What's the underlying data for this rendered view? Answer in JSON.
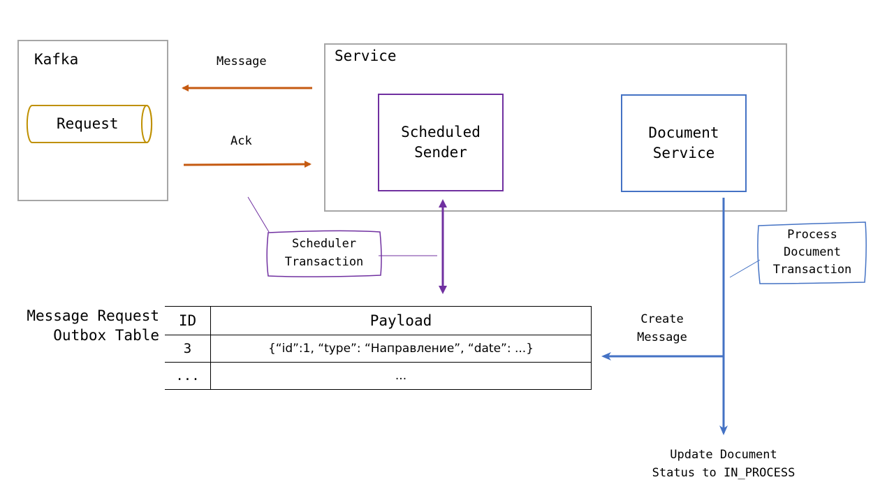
{
  "kafka": {
    "title": "Kafka",
    "topic": "Request"
  },
  "arrows": {
    "message": "Message",
    "ack": "Ack",
    "create_message": "Create\nMessage"
  },
  "service": {
    "title": "Service",
    "scheduled_sender": "Scheduled\nSender",
    "document_service": "Document\nService"
  },
  "callouts": {
    "scheduler_transaction": "Scheduler\nTransaction",
    "process_document_transaction": "Process\nDocument\nTransaction"
  },
  "outbox": {
    "title": "Message Request\nOutbox Table",
    "headers": [
      "ID",
      "Payload"
    ],
    "rows": [
      [
        "3",
        "{“id”:1, “type”: “Направление”, “date”: ...}"
      ],
      [
        "...",
        "..."
      ]
    ]
  },
  "update_status": "Update Document\nStatus to IN_PROCESS",
  "colors": {
    "kafka_arrow": "#c55a11",
    "scheduler": "#7030a0",
    "document": "#4472c4",
    "topic_border": "#bf9000",
    "box_border": "#a6a6a6"
  }
}
